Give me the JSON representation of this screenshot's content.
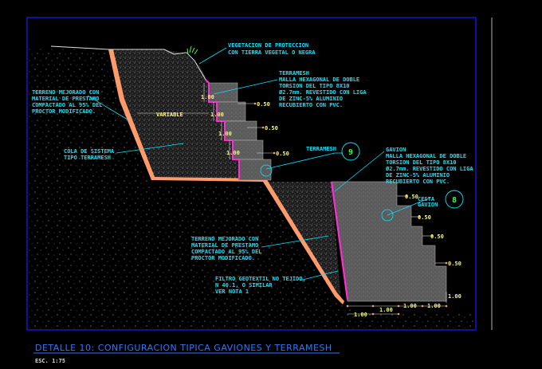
{
  "drawing": {
    "title": "DETALLE 10: CONFIGURACION TIPICA GAVIONES Y TERRAMESH",
    "scale": "ESC. 1:75",
    "colors": {
      "frame": "#1a1aff",
      "leaders": "#00e5ff",
      "filter": "#ff2bd6",
      "base_layer": "#ff9a6b",
      "gabion_fill": "#5b5b5b",
      "vegetation": "#39ff39"
    }
  },
  "labels": {
    "vegetacion": [
      "VEGETACION DE PROTECCION",
      "CON TIERRA VEGETAL O NEGRA"
    ],
    "terramesh": [
      "TERRAMESH",
      "MALLA HEXAGONAL DE DOBLE",
      "TORSION DEL TIPO 8X10",
      "Ø2.7mm. REVESTIDO CON LIGA",
      "DE ZINC-5% ALUMINIO",
      "RECUBIERTO CON PVC."
    ],
    "terreno_left": [
      "TERRENO MEJORADO CON",
      "MATERIAL DE PRESTAMO",
      "COMPACTADO AL 95% DEL",
      "PROCTOR MODIFICADO."
    ],
    "variable": "VARIABLE",
    "cola": [
      "COLA DE SISTEMA",
      "TIPO TERRAMESH"
    ],
    "terramesh_tag": "TERRAMESH",
    "terramesh_num": "9",
    "gavion": [
      "GAVION",
      "MALLA HEXAGONAL DE DOBLE",
      "TORSION DEL TIPO 8X10",
      "Ø2.7mm. REVESTIDO CON LIGA",
      "DE ZINC-5% ALUMINIO",
      "RECUBIERTO CON PVC."
    ],
    "cesta_gavion": [
      "CESTA",
      "GAVION"
    ],
    "cesta_num": "8",
    "terreno_center": [
      "TERRENO MEJORADO CON",
      "MATERIAL DE PRESTAMO",
      "COMPACTADO AL 95% DEL",
      "PROCTOR MODIFICADO."
    ],
    "filtro": [
      "FILTRO GEOTEXTIL NO TEJIDO,",
      "N 40.1, O SIMILAR",
      "VER NOTA 1"
    ]
  },
  "dimensions": {
    "upper_heights": [
      "1.00",
      "1.00",
      "1.00",
      "1.00"
    ],
    "upper_steps": [
      "0.50",
      "0.50",
      "0.50"
    ],
    "lower_steps": [
      "0.50",
      "0.50",
      "0.50",
      "0.50"
    ],
    "lower_height": "1.00",
    "bottom_widths": [
      "1.00",
      "1.00",
      "1.00",
      "1.00"
    ]
  }
}
